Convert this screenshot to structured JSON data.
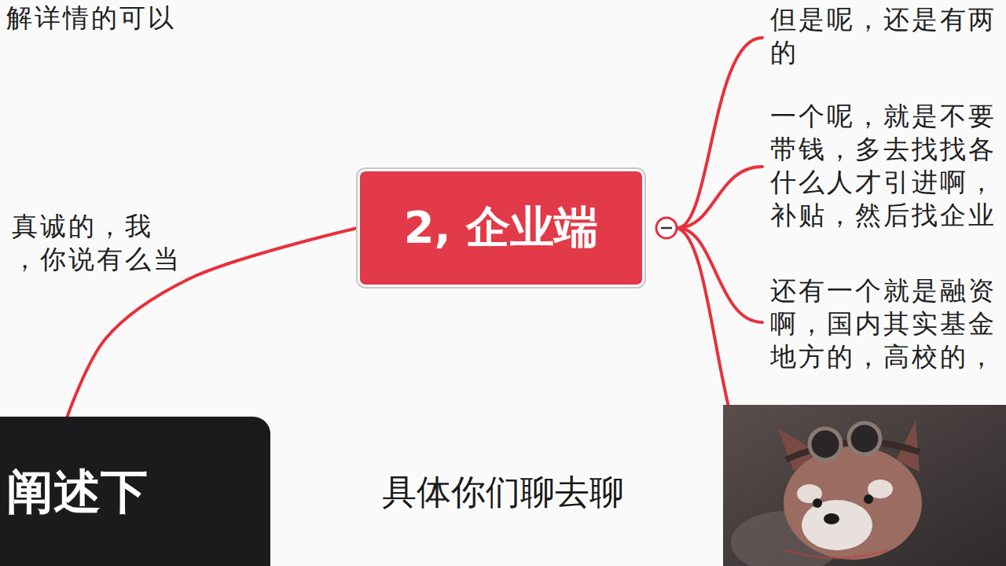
{
  "diagram": {
    "nodes": [
      {
        "text": [
          "2, 企业端"
        ]
      },
      {
        "text": [
          "阐述下"
        ]
      }
    ],
    "edges": [
      {
        "from": 1,
        "to": 0,
        "arrow": "none"
      }
    ],
    "labels": [
      "解详情的可以",
      "真诚的，我 ，你说有么当",
      "但是呢，还是有两 的",
      "一个呢，就是不要 带钱，多去找找各 什么人才引进啊， 补贴，然后找企业",
      "还有一个就是融资 啊，国内其实基金 地方的，高校的，",
      "具体你们聊去聊"
    ]
  }
}
